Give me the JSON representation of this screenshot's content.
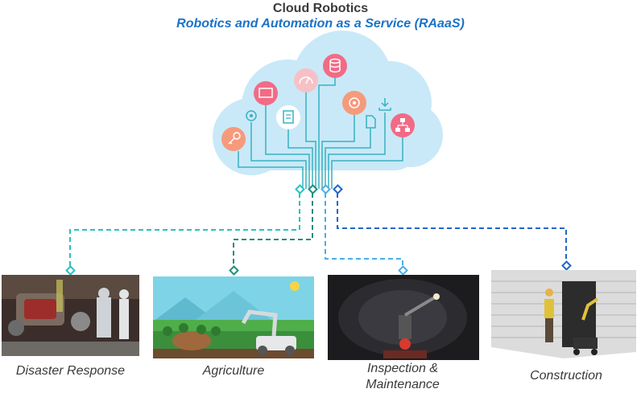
{
  "title": "Cloud Robotics",
  "subtitle": "Robotics and Automation as a Service (RAaaS)",
  "applications": [
    {
      "label": "Disaster Response"
    },
    {
      "label": "Agriculture"
    },
    {
      "label_line1": "Inspection &",
      "label_line2": "Maintenance"
    },
    {
      "label": "Construction"
    }
  ],
  "colors": {
    "cloud": "#c9e9f8",
    "connector_disaster": "#25c2c4",
    "connector_agriculture": "#1f8f7c",
    "connector_inspection": "#4aaee8",
    "connector_construction": "#1f66c9",
    "icon_pink": "#f26b86",
    "icon_orange": "#f69a7c"
  },
  "cloud_icons": [
    "key-icon",
    "gear-icon",
    "monitor-icon",
    "document-icon",
    "speedometer-icon",
    "database-icon",
    "gear-circle-icon",
    "file-icon",
    "download-icon",
    "network-icon"
  ]
}
